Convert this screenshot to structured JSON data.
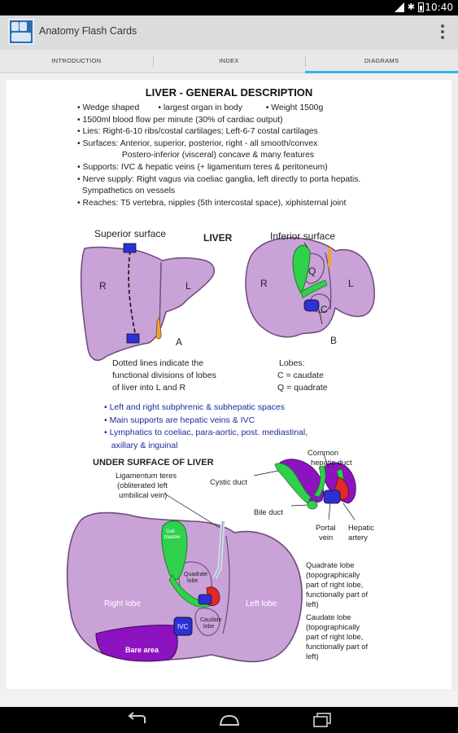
{
  "status": {
    "time": "10:40"
  },
  "app": {
    "title": "Anatomy Flash Cards"
  },
  "tabs": [
    {
      "label": "INTRODUCTION",
      "active": false
    },
    {
      "label": "INDEX",
      "active": false
    },
    {
      "label": "DIAGRAMS",
      "active": true
    }
  ],
  "card": {
    "title": "LIVER - GENERAL DESCRIPTION",
    "bullets": [
      "• Wedge shaped        • largest organ in body          • Weight 1500g",
      "• 1500ml blood flow per minute (30% of cardiac output)",
      "• Lies: Right-6-10 ribs/costal cartilages; Left-6-7 costal cartilages",
      "• Surfaces: Anterior, superior, posterior, right - all smooth/convex",
      "                   Postero-inferior (visceral) concave & many features",
      "• Supports: IVC & hepatic veins (+ ligamentum teres & peritoneum)",
      "• Nerve supply: Right vagus via coeliac ganglia, left directly to porta hepatis.",
      "  Sympathetics on vessels",
      "• Reaches: T5 vertebra, nipples (5th intercostal space), xiphisternal joint"
    ],
    "top_diagram": {
      "superior_surface": "Superior surface",
      "center_title": "LIVER",
      "inferior_surface": "Inferior surface",
      "r_label": "R",
      "l_label": "L",
      "q_label": "Q",
      "c_label": "C",
      "a_label": "A",
      "b_label": "B",
      "dotted_note_1": "Dotted lines indicate the",
      "dotted_note_2": "functional divisions of lobes",
      "dotted_note_3": "of liver into L and R",
      "lobes_title": "Lobes:",
      "lobes_c": "C = caudate",
      "lobes_q": "Q = quadrate"
    },
    "blue_bullets": [
      "• Left and right subphrenic & subhepatic spaces",
      "• Main supports are hepatic veins & IVC",
      "• Lymphatics to coeliac, para-aortic, post. mediastinal,",
      "   axillary & inguinal"
    ],
    "under_surface": {
      "title": "UNDER SURFACE OF LIVER",
      "lig_teres_1": "Ligamentum teres",
      "lig_teres_2": "(obliterated left",
      "lig_teres_3": "umbilical vein)",
      "cystic_duct": "Cystic duct",
      "common_hepatic_1": "Common",
      "common_hepatic_2": "hepatic duct",
      "bile_duct": "Bile duct",
      "portal_vein_1": "Portal",
      "portal_vein_2": "vein",
      "hepatic_artery_1": "Hepatic",
      "hepatic_artery_2": "artery",
      "gall_bladder_1": "Gall",
      "gall_bladder_2": "bladder",
      "quadrate_lobe_1": "Quadrate",
      "quadrate_lobe_2": "lobe",
      "caudate_lobe_1": "Caudate",
      "caudate_lobe_2": "lobe",
      "right_lobe": "Right lobe",
      "left_lobe": "Left lobe",
      "bare_area": "Bare area",
      "ivc": "IVC",
      "quadrate_note": [
        "Quadrate lobe",
        "(topographically",
        "part of right lobe,",
        "functionally part of",
        "left)"
      ],
      "caudate_note": [
        "Caudate lobe",
        "(topographically",
        "part of right lobe,",
        "functionally part of",
        "left)"
      ]
    }
  },
  "colors": {
    "liver": "#c9a2d8",
    "liver_stroke": "#6d4a7c",
    "gall": "#2fd14a",
    "ivc": "#2e2fd6",
    "artery": "#e02a2a",
    "bare": "#8d12c0",
    "accent": "#33b5e5"
  },
  "icons": [
    "signal-icon",
    "bluetooth-icon",
    "battery-icon",
    "overflow-menu-icon",
    "back-icon",
    "home-icon",
    "recents-icon"
  ]
}
